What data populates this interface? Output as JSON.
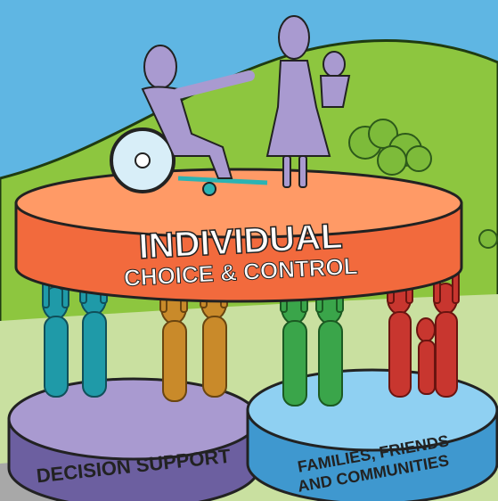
{
  "title_line1": "INDIVIDUAL",
  "title_line2": "CHOICE & CONTROL",
  "left_base_label": "DECISION SUPPORT",
  "right_base_label_line1": "FAMILIES, FRIENDS",
  "right_base_label_line2": "AND COMMUNITIES",
  "colors": {
    "sky": "#5fb6e3",
    "hill": "#8dc63f",
    "ground": "#c9e0a0",
    "top_platform": "#f26a3d",
    "top_platform_face": "#ff8a55",
    "left_base": "#8f82b8",
    "right_base": "#5ab5e6",
    "people_top": "#a99ad0",
    "people_teal": "#1f9aa8",
    "people_orange": "#c98a2a",
    "people_green": "#3aa54a",
    "people_red": "#c8362f"
  }
}
